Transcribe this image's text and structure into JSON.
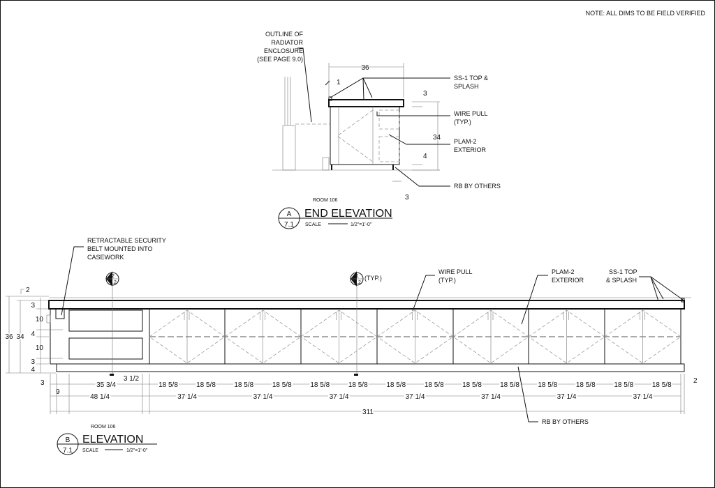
{
  "note": "NOTE: ALL DIMS TO BE FIELD VERIFIED",
  "end_elevation": {
    "room": "ROOM 106",
    "title": "END ELEVATION",
    "detail_letter": "A",
    "sheet": "7.1",
    "scale_label": "SCALE",
    "scale": "1/2\"=1'-0\"",
    "callouts": {
      "radiator": [
        "OUTLINE OF",
        "RADIATOR",
        "ENCLOSURE",
        "(SEE PAGE 9.0)"
      ],
      "top": [
        "SS-1 TOP &",
        "SPLASH"
      ],
      "wire_pull": [
        "WIRE PULL",
        "(TYP.)"
      ],
      "plam": [
        "PLAM-2",
        "EXTERIOR"
      ],
      "rb": "RB BY OTHERS"
    },
    "dims": {
      "width": "36",
      "top": "1",
      "splash": "3",
      "height": "34",
      "toe": "4",
      "rb": "3"
    }
  },
  "elevation": {
    "room": "ROOM 106",
    "title": "ELEVATION",
    "detail_letter": "B",
    "sheet": "7.1",
    "scale_label": "SCALE",
    "scale": "1/2\"=1'-0\"",
    "callouts": {
      "belt": [
        "RETRACTABLE SECURITY",
        "BELT MOUNTED INTO",
        "CASEWORK"
      ],
      "wire_pull": [
        "WIRE PULL",
        "(TYP.)"
      ],
      "plam": [
        "PLAM-2",
        "EXTERIOR"
      ],
      "top": [
        "SS-1 TOP",
        "& SPLASH"
      ],
      "rb": "RB BY OTHERS",
      "typ": "(TYP.)"
    },
    "section_markers": [
      {
        "num": "2",
        "sheet": "7.2"
      },
      {
        "num": "1",
        "sheet": "7.2"
      }
    ],
    "left_dims": {
      "overall": "36",
      "cabinet": "34",
      "splash": "2",
      "segments": [
        "3",
        "10",
        "4",
        "10",
        "3",
        "4"
      ]
    },
    "bottom_dims": {
      "toe_return": "3",
      "offset": "9",
      "drawer_width": "35 3/4",
      "gap": "3 1/2",
      "drawer_unit": "48 1/4",
      "end": "2",
      "overall": "311",
      "doors": [
        "18 5/8",
        "18 5/8",
        "18 5/8",
        "18 5/8",
        "18 5/8",
        "18 5/8",
        "18 5/8",
        "18 5/8",
        "18 5/8",
        "18 5/8",
        "18 5/8",
        "18 5/8",
        "18 5/8",
        "18 5/8"
      ],
      "units": [
        "37 1/4",
        "37 1/4",
        "37 1/4",
        "37 1/4",
        "37 1/4",
        "37 1/4",
        "37 1/4"
      ]
    }
  }
}
